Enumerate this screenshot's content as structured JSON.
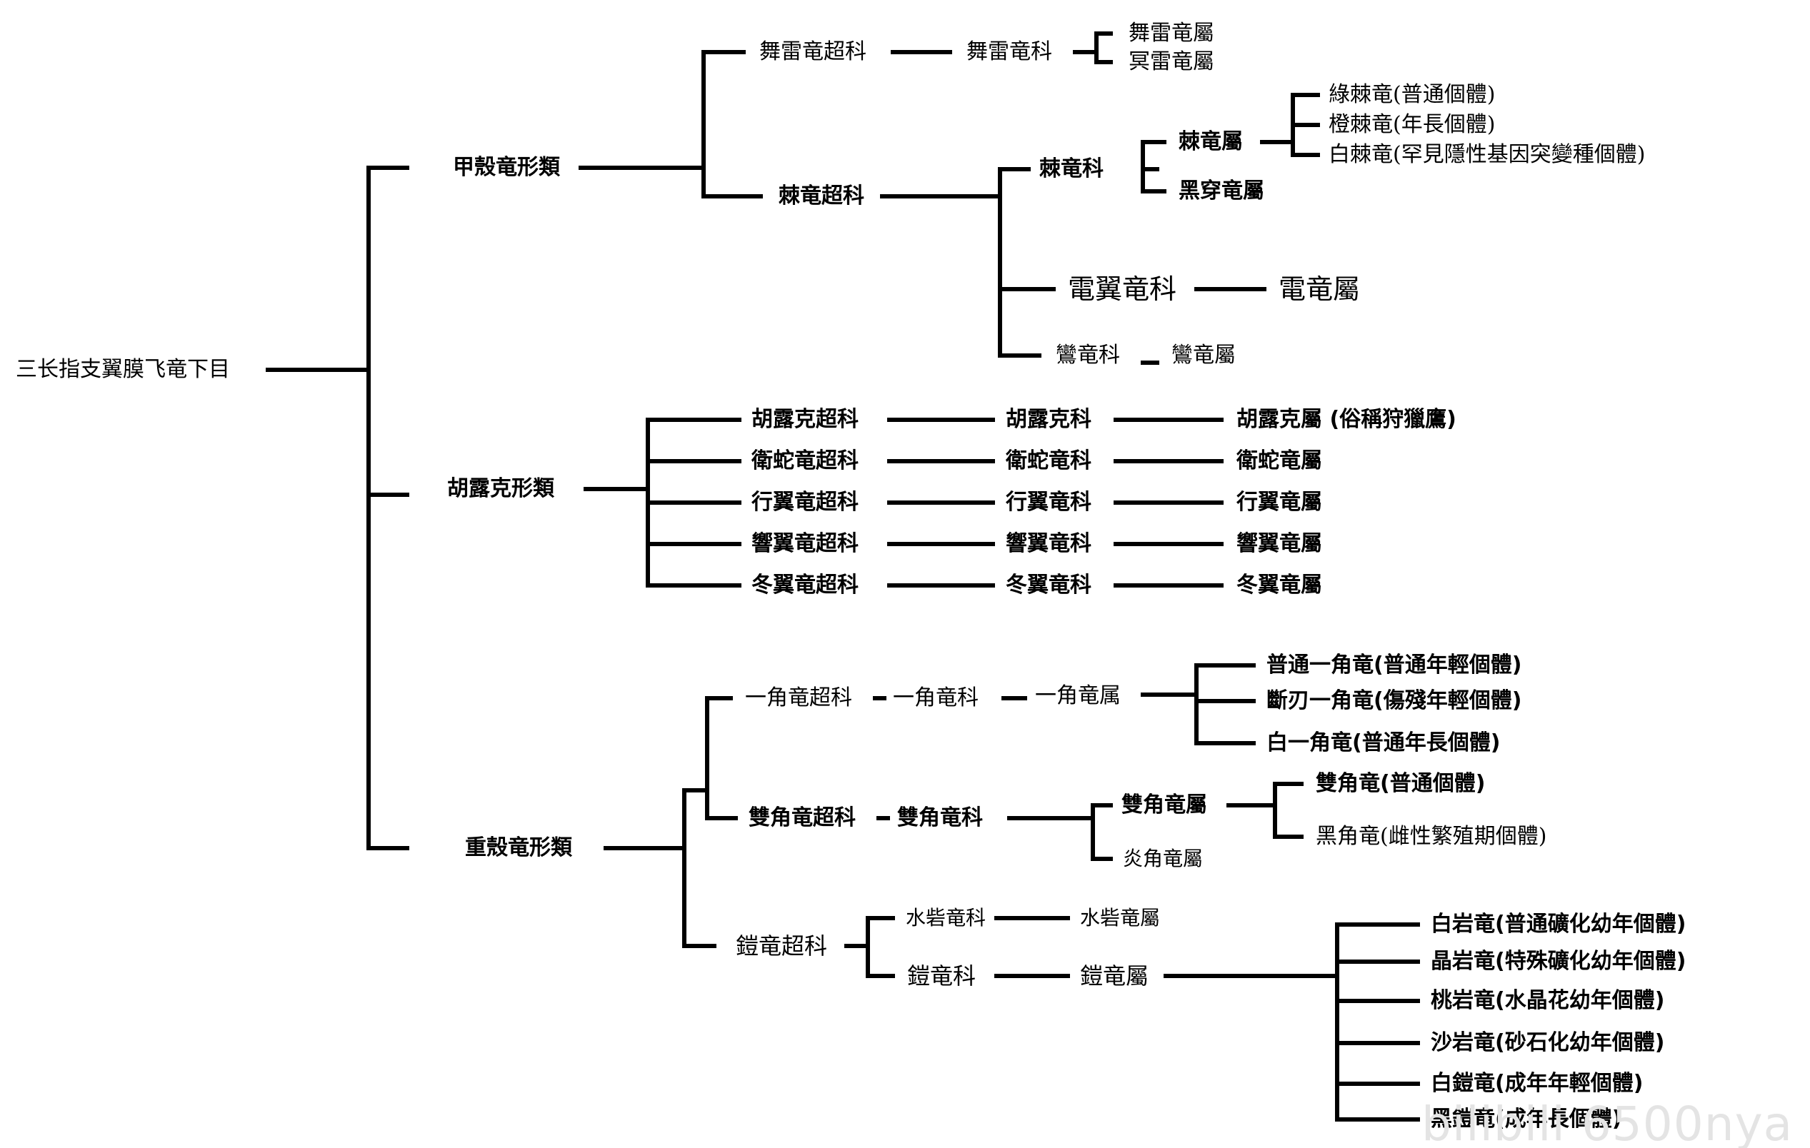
{
  "root": "三长指支翼膜飞竜下目",
  "clade_a": {
    "name": "甲殼竜形類",
    "thunder": {
      "superfamily": "舞雷竜超科",
      "family": "舞雷竜科",
      "genus_1": "舞雷竜屬",
      "genus_2": "冥雷竜屬"
    },
    "spiny": {
      "superfamily": "棘竜超科",
      "family": "棘竜科",
      "genus": "棘竜屬",
      "species": [
        "綠棘竜(普通個體)",
        "橙棘竜(年長個體)",
        "白棘竜(罕見隱性基因突變種個體)"
      ],
      "genus_2": "黑穿竜屬",
      "family_2": "電翼竜科",
      "genus_3": "電竜屬",
      "family_3": "鸞竜科",
      "genus_4": "鸞竜屬"
    }
  },
  "clade_b": {
    "name": "胡露克形類",
    "rows": [
      {
        "superfamily": "胡露克超科",
        "family": "胡露克科",
        "genus": "胡露克屬 (俗稱狩獵鷹)"
      },
      {
        "superfamily": "衛蛇竜超科",
        "family": "衛蛇竜科",
        "genus": "衛蛇竜屬"
      },
      {
        "superfamily": "行翼竜超科",
        "family": "行翼竜科",
        "genus": "行翼竜屬"
      },
      {
        "superfamily": "響翼竜超科",
        "family": "響翼竜科",
        "genus": "響翼竜屬"
      },
      {
        "superfamily": "冬翼竜超科",
        "family": "冬翼竜科",
        "genus": "冬翼竜屬"
      }
    ]
  },
  "clade_c": {
    "name": "重殼竜形類",
    "unicorn": {
      "superfamily": "一角竜超科",
      "family": "一角竜科",
      "genus": "一角竜属",
      "species": [
        "普通一角竜(普通年輕個體)",
        "斷刃一角竜(傷殘年輕個體)",
        "白一角竜(普通年長個體)"
      ]
    },
    "twinhorn": {
      "superfamily": "雙角竜超科",
      "family": "雙角竜科",
      "genus": "雙角竜屬",
      "species": [
        "雙角竜(普通個體)",
        "黑角竜(雌性繁殖期個體)"
      ],
      "genus_2": "炎角竜屬"
    },
    "armor": {
      "superfamily": "鎧竜超科",
      "family_1": "水砦竜科",
      "genus_1": "水砦竜屬",
      "family_2": "鎧竜科",
      "genus_2": "鎧竜屬",
      "species": [
        "白岩竜(普通礦化幼年個體)",
        "晶岩竜(特殊礦化幼年個體)",
        "桃岩竜(水晶花幼年個體)",
        "沙岩竜(砂石化幼年個體)",
        "白鎧竜(成年年輕個體)",
        "黑鎧竜(成年長個體)"
      ]
    }
  },
  "watermark": "bilibili 6500nya"
}
